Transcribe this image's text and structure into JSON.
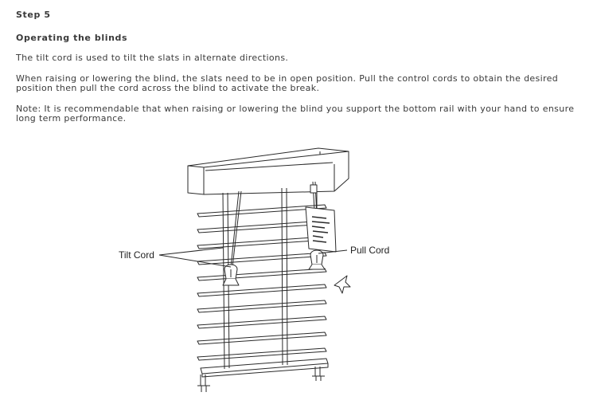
{
  "step": {
    "heading": "Step 5"
  },
  "section": {
    "title": "Operating the blinds",
    "paragraphs": [
      "The tilt cord is used to tilt the slats in alternate directions.",
      "When raising or lowering the blind, the slats need to be in open position. Pull the control cords to obtain the desired position then pull the cord across the blind to activate the break.",
      "Note: It is recommendable that when raising or lowering the blind you support the bottom rail with your hand to ensure long term performance."
    ]
  },
  "illustration": {
    "tilt_cord_label": "Tilt Cord",
    "pull_cord_label": "Pull Cord"
  }
}
